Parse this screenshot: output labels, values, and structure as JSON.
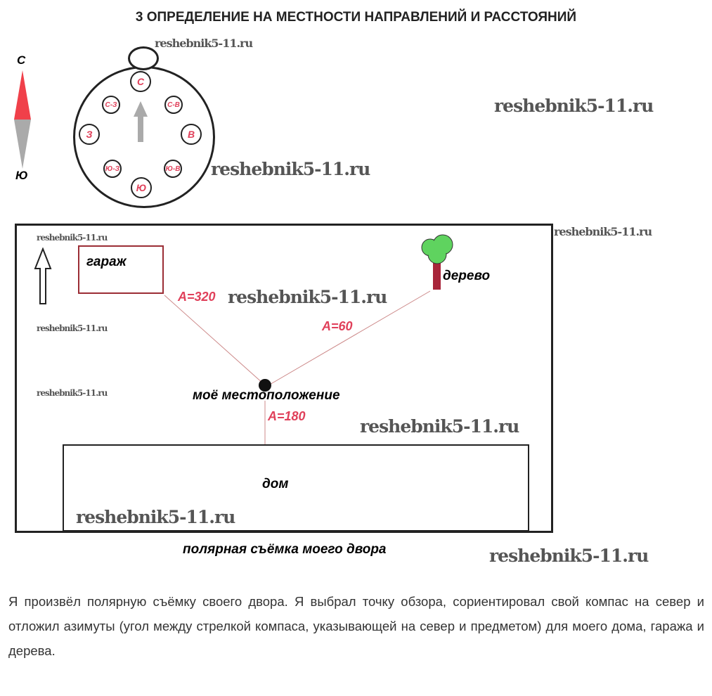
{
  "title": "3 ОПРЕДЕЛЕНИЕ НА МЕСТНОСТИ НАПРАВЛЕНИЙ И РАССТОЯНИЙ",
  "watermark": "reshebnik5-11.ru",
  "needle": {
    "north": "С",
    "south": "Ю"
  },
  "compass": {
    "directions": [
      "С",
      "С-З",
      "С-В",
      "З",
      "В",
      "Ю-З",
      "Ю-В",
      "Ю"
    ]
  },
  "map": {
    "garage": "гараж",
    "tree": "дерево",
    "position": "моё местоположение",
    "house": "дом",
    "azimuth_garage": "A=320",
    "azimuth_tree": "A=60",
    "azimuth_house": "A=180",
    "caption": "полярная съёмка моего двора"
  },
  "colors": {
    "accent": "#e0405a",
    "garage_border": "#9b2d35",
    "tree_crown": "#5fd35f",
    "tree_trunk": "#a8253a"
  },
  "paragraph": "Я произвёл полярную съёмку своего двора. Я выбрал точку обзора, сориентировал свой компас на север и отложил азимуты (угол между стрелкой компаса, указывающей на север и предметом) для моего дома, гаража и дерева."
}
